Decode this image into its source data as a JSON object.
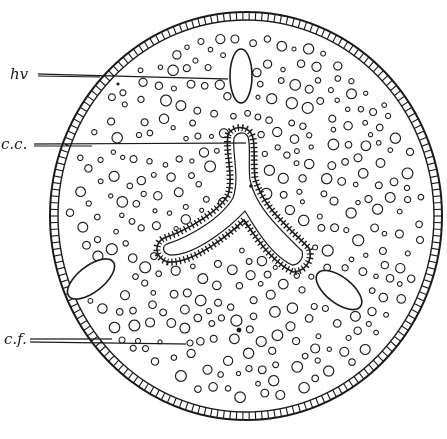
{
  "labels": {
    "hv": "hv",
    "cc": "c.c.",
    "cf": "c.f."
  }
}
